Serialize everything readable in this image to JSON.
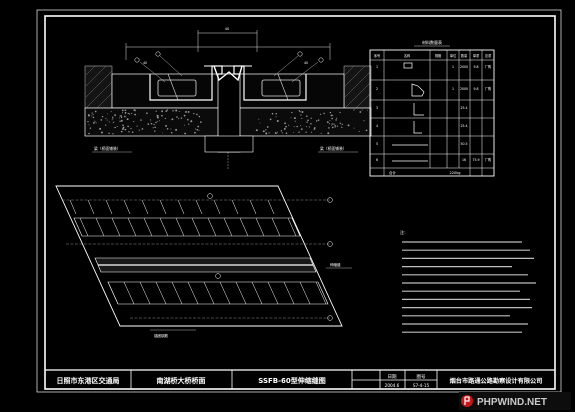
{
  "sheet": {
    "dept": "日照市东港区交通局",
    "project": "南湖桥大桥桥面",
    "drawing_title": "SSFB-60型伸缩缝图",
    "sig_hdr1": "日期",
    "sig_hdr2": "图号",
    "date": "2004.6",
    "drawing_no": "S7-4-15",
    "company": "烟台市路通公路勘察设计有限公司"
  },
  "bom": {
    "title": "材料数量表",
    "headers": [
      "序号",
      "名称",
      "规格",
      "单位",
      "数量",
      "单重",
      "总重",
      "备注"
    ],
    "rows": [
      {
        "no": "1",
        "unit": "1",
        "qty": "2000",
        "w": "9.8",
        "note": "厂购"
      },
      {
        "no": "2",
        "unit": "1",
        "qty": "2000",
        "w": "9.8",
        "note": "厂购"
      },
      {
        "no": "3",
        "unit": "",
        "qty": "25.4",
        "w": "",
        "note": ""
      },
      {
        "no": "4",
        "unit": "",
        "qty": "25.4",
        "w": "",
        "note": ""
      },
      {
        "no": "5",
        "unit": "",
        "qty": "50.5",
        "w": "",
        "note": ""
      },
      {
        "no": "6",
        "unit": "",
        "qty": "16",
        "w": "75.9",
        "note": "厂购"
      }
    ],
    "total_label": "合计",
    "total_value": "220kg"
  },
  "notes_label": "注:",
  "section_labels": {
    "left_dim": "40",
    "right_dim": "40",
    "left_bottom": "梁（桥面铺装）",
    "right_bottom": "梁（桥面铺装）"
  },
  "plan_labels": {
    "label1": "锚固钢筋",
    "label2": "伸缩缝"
  },
  "watermark": "PHPWIND.NET"
}
